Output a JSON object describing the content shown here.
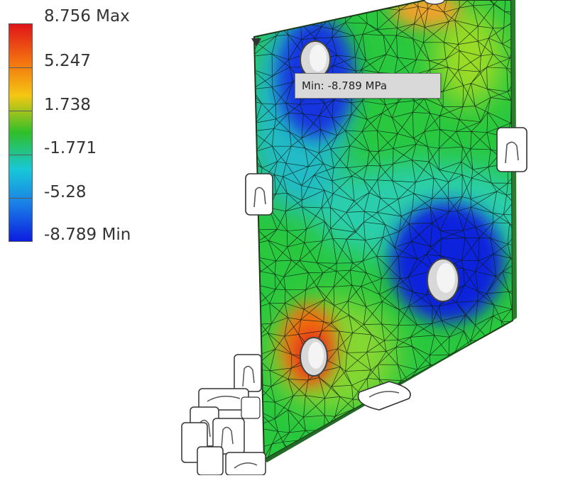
{
  "legend": {
    "max_value": "8.756",
    "max_suffix": "Max",
    "ticks": [
      "5.247",
      "1.738",
      "-1.771",
      "-5.28"
    ],
    "min_value": "-8.789",
    "min_suffix": "Min"
  },
  "probe": {
    "text": "Min: -8.789 MPa"
  },
  "colors": {
    "max": "#e0141a",
    "mid": "#2fbf2a",
    "min": "#0c1de0"
  }
}
